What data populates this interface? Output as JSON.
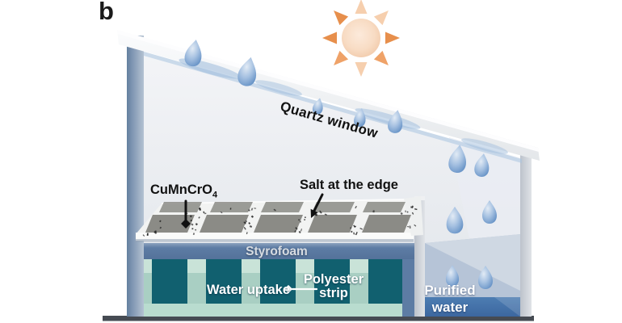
{
  "panel_label": "b",
  "labels": {
    "quartz_window": "Quartz window",
    "absorber_formula_base": "CuMnCrO",
    "absorber_formula_sub": "4",
    "salt_edge": "Salt at the edge",
    "styrofoam": "Styrofoam",
    "water_uptake": "Water uptake",
    "polyester_strip_line1": "Polyester",
    "polyester_strip_line2": "strip",
    "purified_water_line1": "Purified",
    "purified_water_line2": "water"
  },
  "colors": {
    "tile": "#8b8b86",
    "droplet_mid": "#a6c1e1",
    "droplet_deep": "#6390c5",
    "styrofoam_bar": "#5d7ca4",
    "water_column": "#11606f",
    "strip_light": "#a9cfc3",
    "strip_band": "#b9dccf",
    "purified_band_top": "#4d7db2",
    "purified_band_bottom": "#3c67a0",
    "sun_core": "#f8dcc4",
    "sun_ray_dark": "#e78f4c",
    "sun_ray_mid": "#efa268",
    "sun_ray_light": "#f6cfae"
  }
}
